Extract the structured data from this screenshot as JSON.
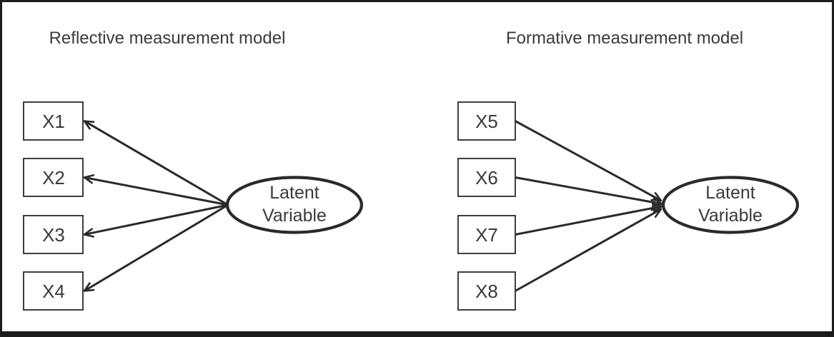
{
  "colors": {
    "background": "#ffffff",
    "frame_stroke": "#1c1c1c",
    "shape_stroke": "#2a2a2a",
    "text": "#3a3a3a"
  },
  "panels": {
    "reflective": {
      "title": "Reflective measurement model",
      "indicators": [
        "X1",
        "X2",
        "X3",
        "X4"
      ],
      "latent_variable": {
        "line1": "Latent",
        "line2": "Variable"
      },
      "arrow_direction": "latent-to-indicators"
    },
    "formative": {
      "title": "Formative measurement model",
      "indicators": [
        "X5",
        "X6",
        "X7",
        "X8"
      ],
      "latent_variable": {
        "line1": "Latent",
        "line2": "Variable"
      },
      "arrow_direction": "indicators-to-latent"
    }
  }
}
